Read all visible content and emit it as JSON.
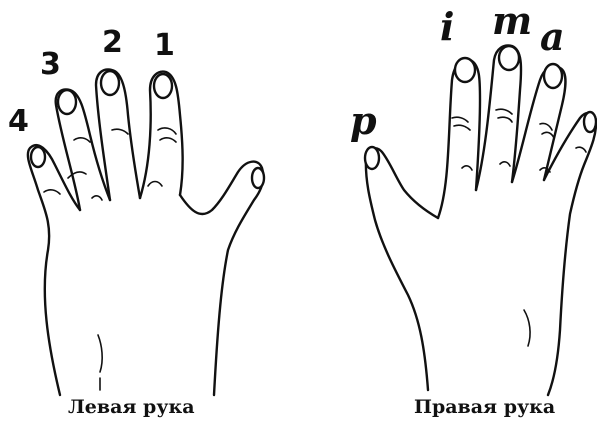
{
  "left_hand": {
    "caption": "Левая рука",
    "finger_labels": [
      "4",
      "3",
      "2",
      "1"
    ]
  },
  "right_hand": {
    "caption": "Правая рука",
    "finger_labels": [
      "p",
      "i",
      "m",
      "a"
    ]
  }
}
